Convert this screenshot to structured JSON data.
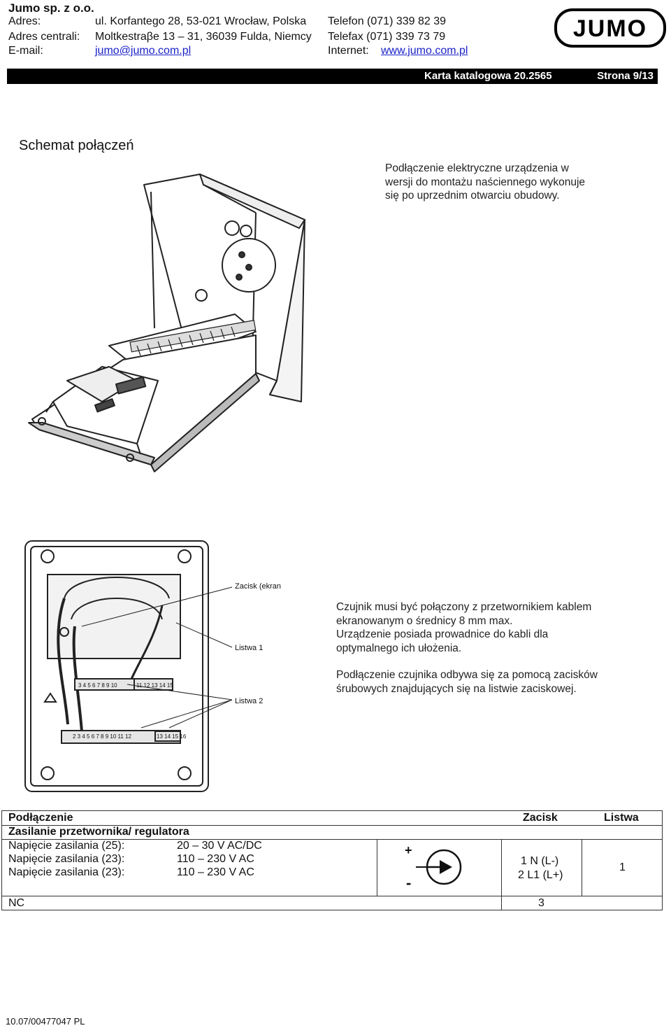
{
  "header": {
    "company": "Jumo sp. z o.o.",
    "rows": [
      {
        "label": "Adres:",
        "value": "ul. Korfantego 28, 53-021 Wrocław, Polska",
        "right": "Telefon (071) 339 82 39"
      },
      {
        "label": "Adres centrali:",
        "value": "Moltkestraβe 13 – 31, 36039 Fulda, Niemcy",
        "right": "Telefax (071) 339 73 79"
      },
      {
        "label": "E-mail:",
        "value": "jumo@jumo.com.pl",
        "right_label": "Internet:",
        "right": "www.jumo.com.pl"
      }
    ],
    "logo_text": "JUMO"
  },
  "bar": {
    "catalog": "Karta katalogowa 20.2565",
    "page": "Strona 9/13"
  },
  "section_title": "Schemat połączeń",
  "intro_lines": [
    "Podłączenie elektryczne urządzenia w",
    "wersji do montażu naściennego wykonuje",
    "się po uprzednim otwarciu obudowy."
  ],
  "figure2": {
    "label_screen": "Zacisk (ekran)",
    "label_strip1": "Listwa 1",
    "label_strip2": "Listwa 2",
    "strip1_numbers": "3 4 5 6 7 8 9 10",
    "strip1_numbers_b": "11 12 13 14 15",
    "strip2_numbers": "2 3 4 5 6 7 8 9 10 11 12",
    "strip2_numbers_b": "13 14 15 16"
  },
  "sensor_lines": [
    "Czujnik musi być połączony z przetwornikiem kablem",
    "ekranowanym o średnicy 8 mm max.",
    "Urządzenie posiada prowadnice do kabli dla",
    "optymalnego ich ułożenia."
  ],
  "sensor_lines2": [
    "Podłączenie czujnika odbywa się za pomocą zacisków",
    "śrubowych znajdujących się na listwie zaciskowej."
  ],
  "table": {
    "headers": {
      "connection": "Podłączenie",
      "terminal": "Zacisk",
      "strip": "Listwa"
    },
    "group": "Zasilanie przetwornika/ regulatora",
    "rows": [
      {
        "label": "Napięcie zasilania (25):",
        "value": "20 – 30 V AC/DC"
      },
      {
        "label": "Napięcie zasilania (23):",
        "value": "110 – 230 V AC"
      },
      {
        "label": "Napięcie zasilania (23):",
        "value": "110 – 230 V AC"
      }
    ],
    "symbol_plus": "+",
    "symbol_minus": "-",
    "terminal_1": "1 N  (L-)",
    "terminal_2": "2 L1 (L+)",
    "strip_value": "1",
    "nc_label": "NC",
    "nc_terminal": "3"
  },
  "footer": "10.07/00477047 PL"
}
